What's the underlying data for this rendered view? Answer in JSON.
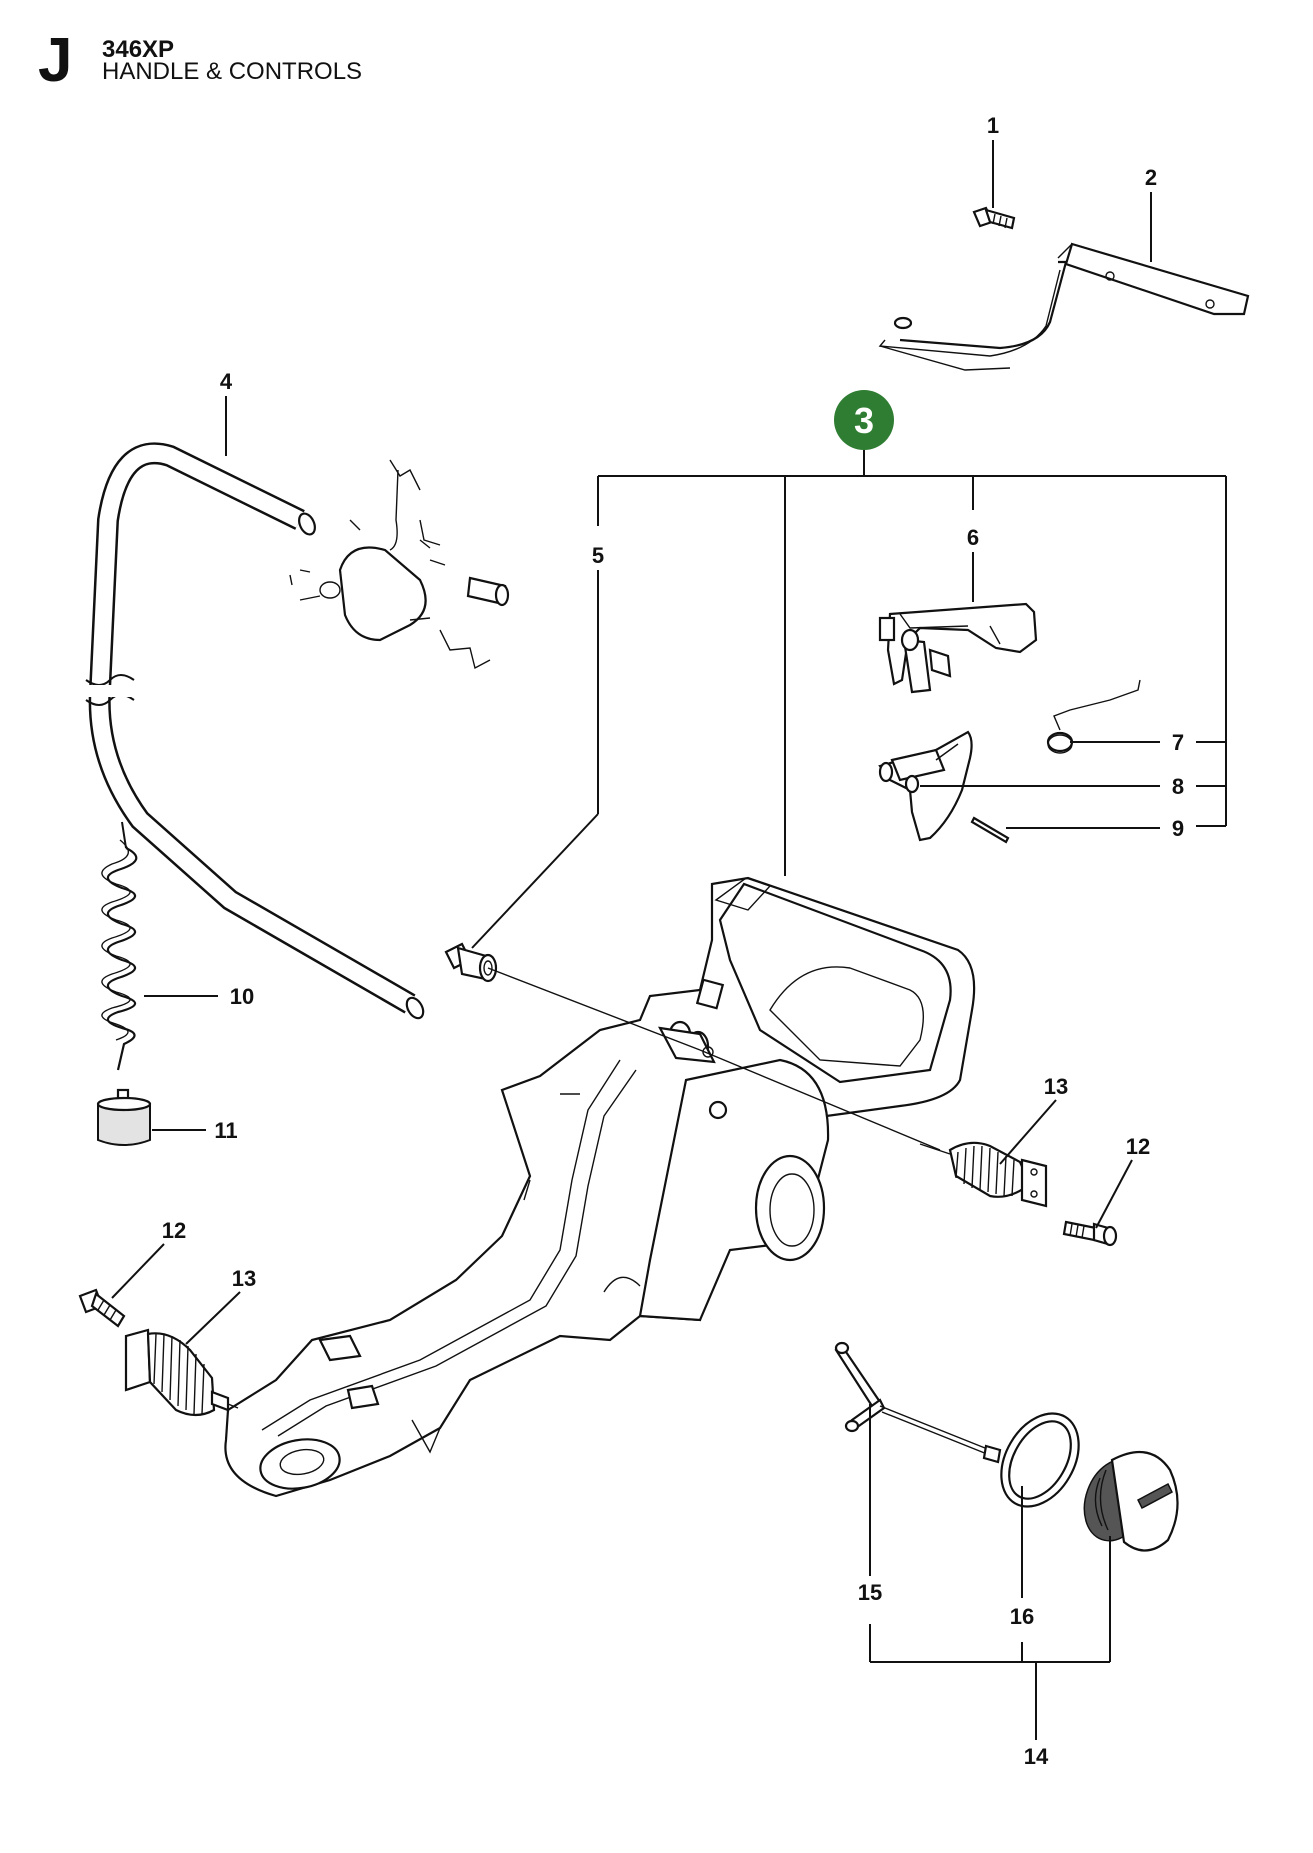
{
  "header": {
    "section_letter": "J",
    "model": "346XP",
    "title": "HANDLE & CONTROLS"
  },
  "diagram": {
    "badge": {
      "label": "3",
      "color": "#2e7d32"
    },
    "callouts": {
      "c1": "1",
      "c2": "2",
      "c4": "4",
      "c5": "5",
      "c6": "6",
      "c7": "7",
      "c8": "8",
      "c9": "9",
      "c10": "10",
      "c11": "11",
      "c12a": "12",
      "c12b": "12",
      "c13a": "13",
      "c13b": "13",
      "c14": "14",
      "c15": "15",
      "c16": "16"
    }
  }
}
